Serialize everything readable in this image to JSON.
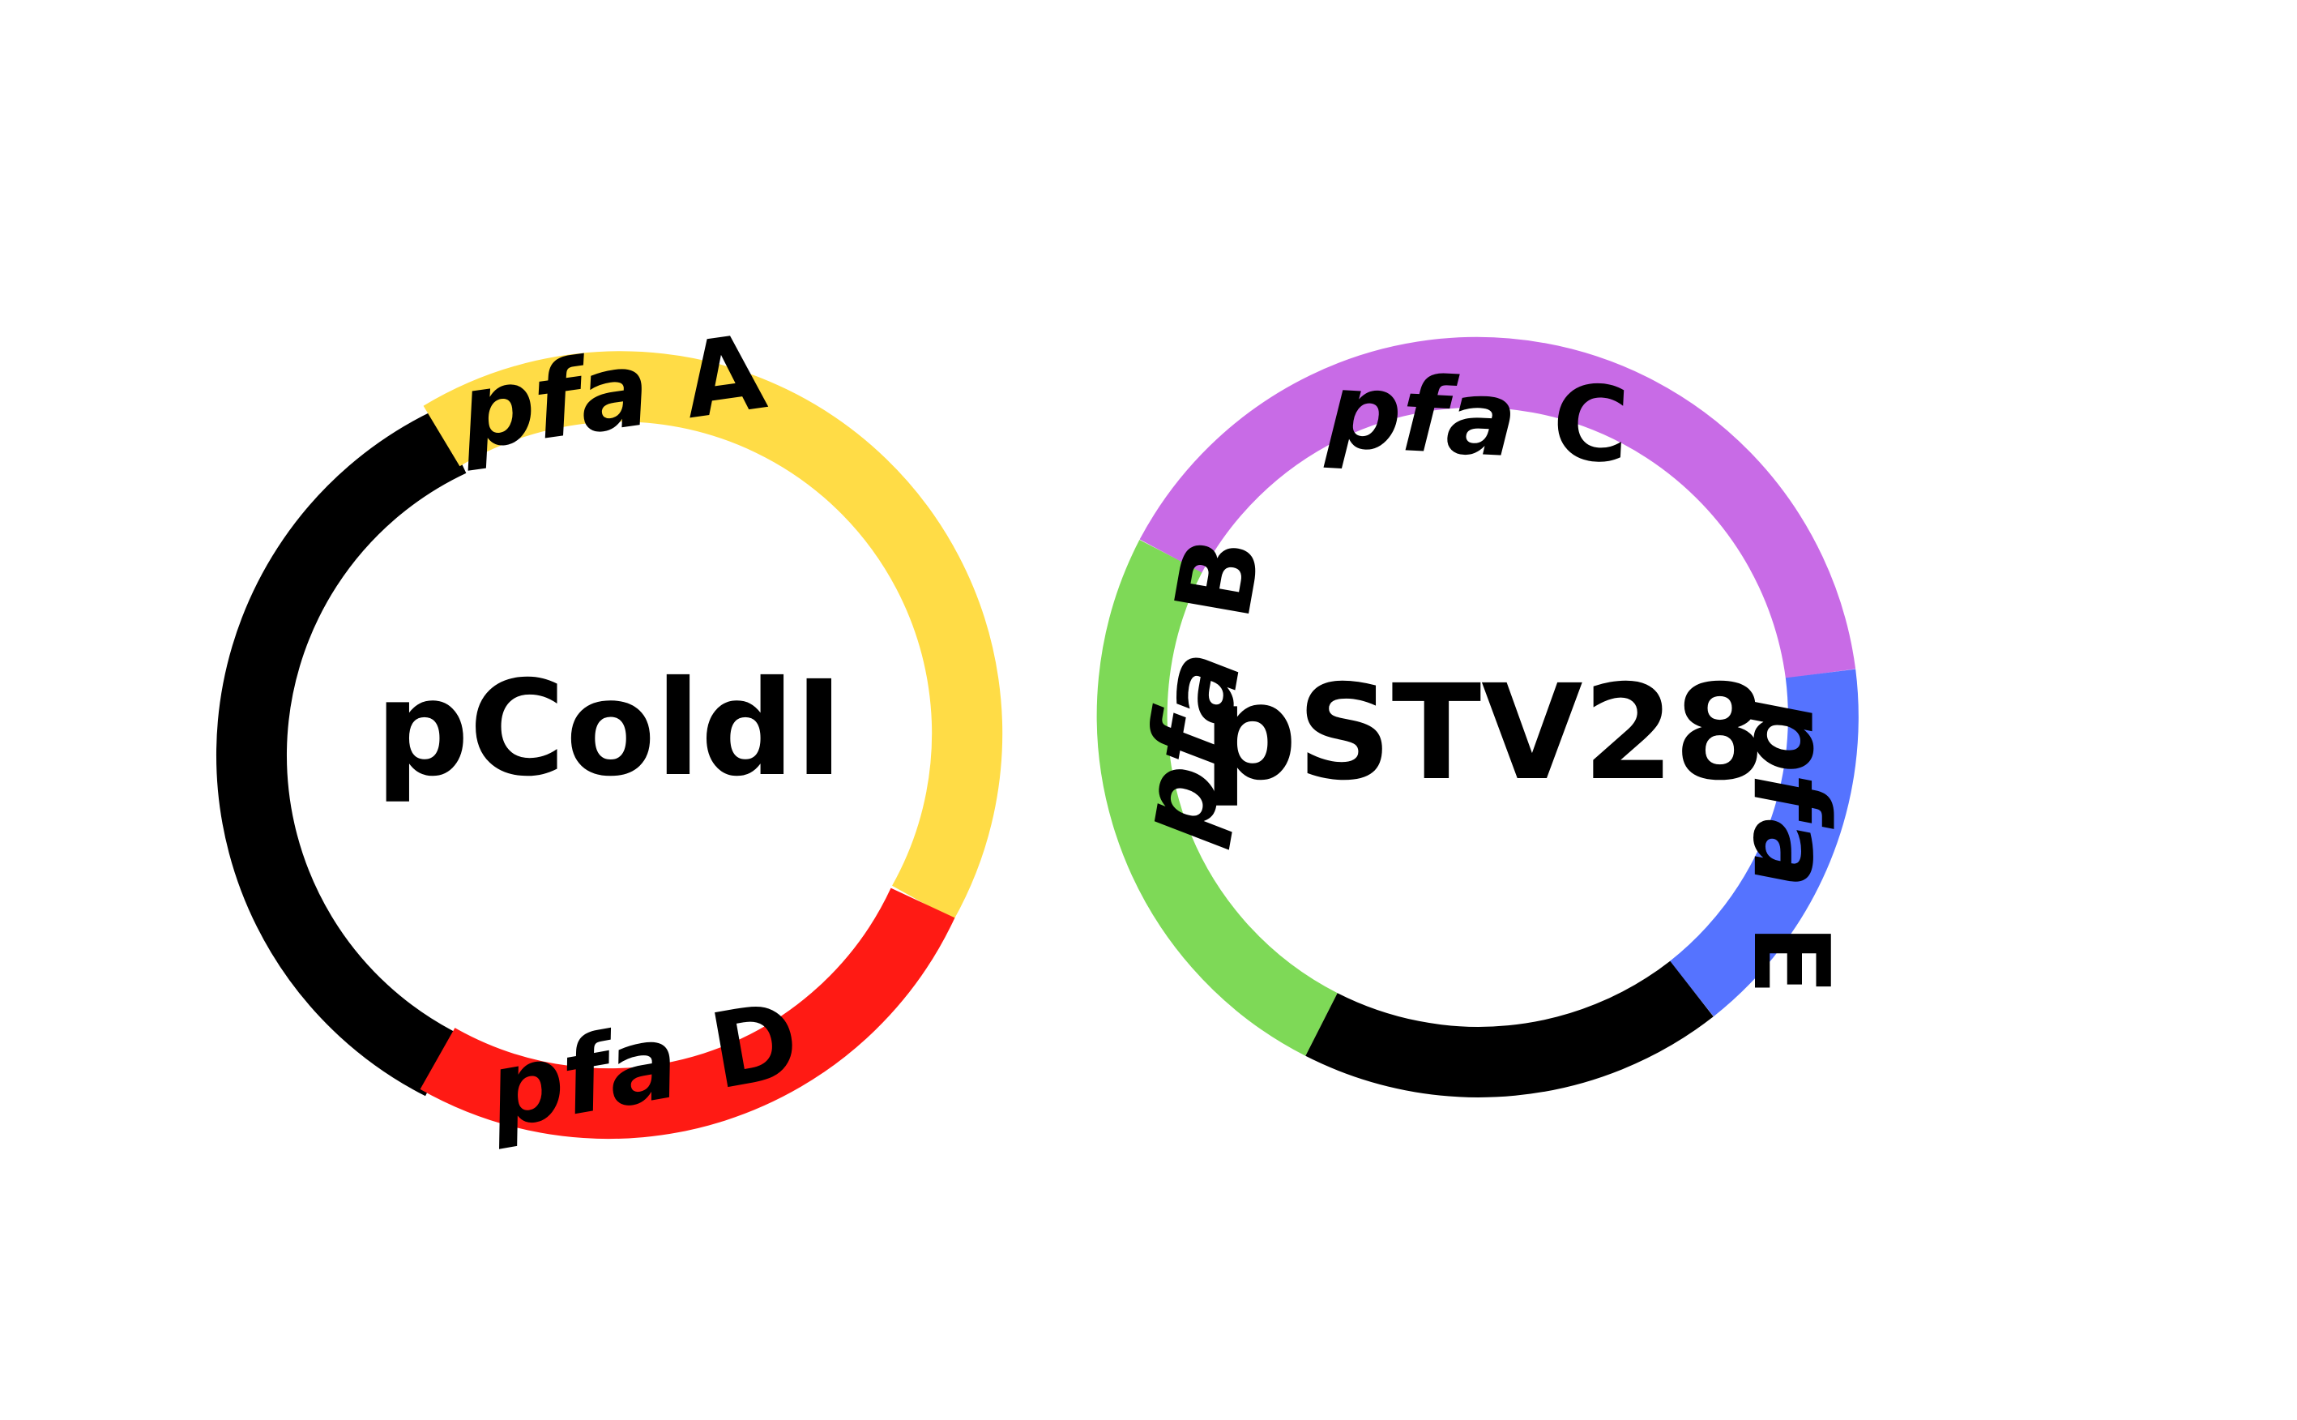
{
  "plasmids": [
    {
      "name": "pColdI",
      "segments": [
        {
          "gene": "pfa",
          "letter": "A",
          "color": "#FFDC46"
        },
        {
          "gene": "pfa",
          "letter": "D",
          "color": "#FF1A14"
        },
        {
          "gene": "",
          "letter": "",
          "color": "#000000"
        }
      ]
    },
    {
      "name": "pSTV28",
      "segments": [
        {
          "gene": "pfa",
          "letter": "C",
          "color": "#C86BE6"
        },
        {
          "gene": "pfa",
          "letter": "E",
          "color": "#5573FF"
        },
        {
          "gene": "",
          "letter": "",
          "color": "#000000"
        },
        {
          "gene": "pfa",
          "letter": "B",
          "color": "#7ED957"
        }
      ]
    }
  ]
}
